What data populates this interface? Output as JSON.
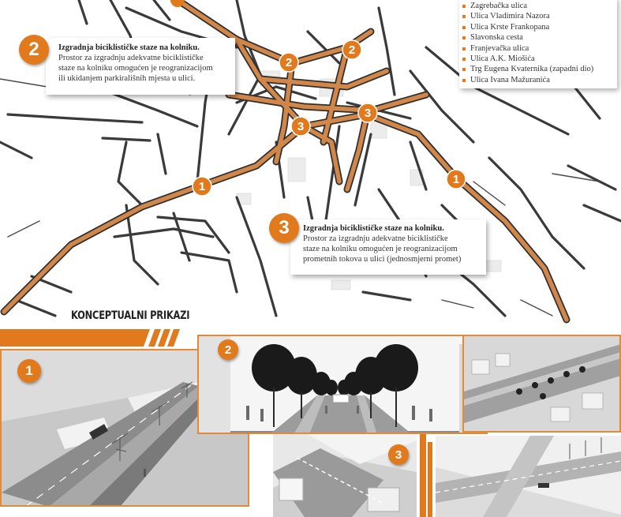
{
  "callouts": [
    {
      "number": "2",
      "title": "Izgradnja biciklističke staze na kolniku.",
      "body_lines": [
        "Prostor za izgradnju adekvatne biciklističke",
        "staze na kolniku omogućen je reogranizacijom",
        "ili ukidanjem parkirališnih mjesta u ulici."
      ]
    },
    {
      "number": "3",
      "title": "Izgradnja biciklističke staze na kolniku.",
      "body_lines": [
        "Prostor za izgradnju adekvatne biciklističke",
        "staze na kolniku omogućen je reogranizacijom",
        "prometnih tokova u ulici (jednosmjerni promet)"
      ]
    }
  ],
  "street_list": [
    "Zagrebačka ulica",
    "Ulica Vladimira Nazora",
    "Ulica Krste Frankopana",
    "Slavonska cesta",
    "Franjevačka ulica",
    "Ulica A.K. Miošića",
    "Trg Eugena Kvaternika (zapadni dio)",
    "Ulica Ivana Mažuranića"
  ],
  "map_markers": [
    "2",
    "2",
    "3",
    "3",
    "1",
    "1"
  ],
  "section_title": "KONCEPTUALNI PRIKAZI",
  "panel_badges": [
    "1",
    "2",
    "3"
  ],
  "colors": {
    "accent": "#e07a1c",
    "route": "#d2874a",
    "road": "#3a3a3a"
  }
}
